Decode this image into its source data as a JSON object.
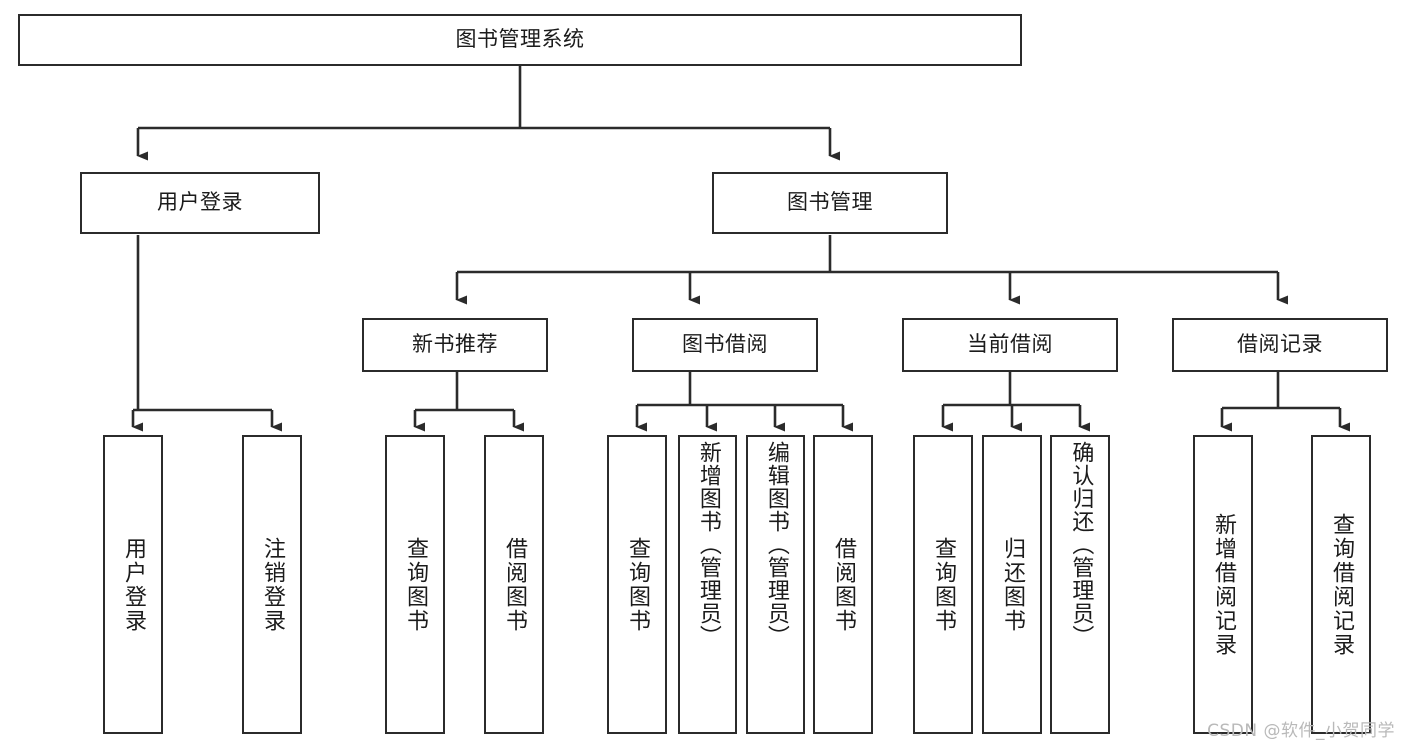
{
  "diagram": {
    "title": "图书管理系统",
    "type": "hierarchy-tree",
    "colors": {
      "stroke": "#2b2b2b",
      "fill": "#ffffff",
      "text": "#1b1b1b",
      "watermark": "#b9b9b9"
    },
    "levels": {
      "root": {
        "label": "图书管理系统"
      },
      "level2": [
        {
          "label": "用户登录"
        },
        {
          "label": "图书管理"
        }
      ],
      "level3": [
        {
          "label": "新书推荐"
        },
        {
          "label": "图书借阅"
        },
        {
          "label": "当前借阅"
        },
        {
          "label": "借阅记录"
        }
      ],
      "leaves": [
        {
          "label": "用户登录",
          "parent": "用户登录"
        },
        {
          "label": "注销登录",
          "parent": "用户登录"
        },
        {
          "label": "查询图书",
          "parent": "新书推荐"
        },
        {
          "label": "借阅图书",
          "parent": "新书推荐"
        },
        {
          "label": "查询图书",
          "parent": "图书借阅"
        },
        {
          "label": "新增图书（管理员）",
          "parent": "图书借阅"
        },
        {
          "label": "编辑图书（管理员）",
          "parent": "图书借阅"
        },
        {
          "label": "借阅图书",
          "parent": "图书借阅"
        },
        {
          "label": "查询图书",
          "parent": "当前借阅"
        },
        {
          "label": "归还图书",
          "parent": "当前借阅"
        },
        {
          "label": "确认归还（管理员）",
          "parent": "当前借阅"
        },
        {
          "label": "新增借阅记录",
          "parent": "借阅记录"
        },
        {
          "label": "查询借阅记录",
          "parent": "借阅记录"
        }
      ]
    }
  },
  "watermark": {
    "text": "CSDN @软件_小贺同学"
  }
}
